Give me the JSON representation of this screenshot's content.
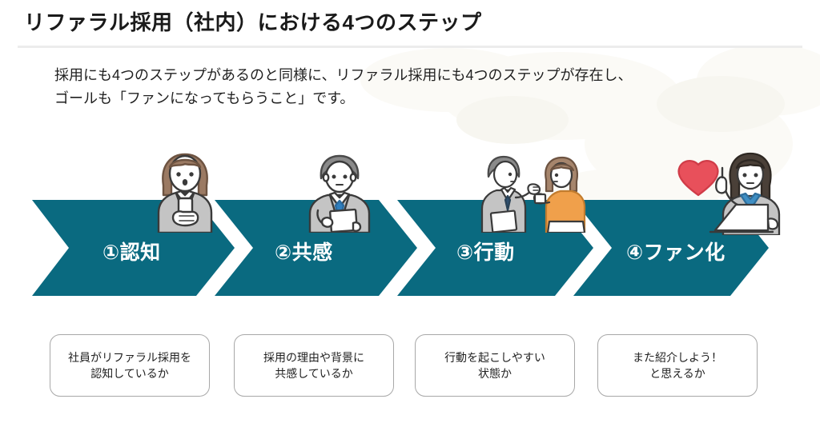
{
  "header": {
    "title": "リファラル採用（社内）における4つのステップ"
  },
  "lead": {
    "line1": "採用にも4つのステップがあるのと同様に、リファラル採用にも4つのステップが存在し、",
    "line2": "ゴールも「ファンになってもらうこと」です。"
  },
  "colors": {
    "band_teal": "#0A6A80",
    "separator_white": "#FFFFFF",
    "heart_red": "#E8505B",
    "rule_gray": "#ECECEC",
    "caption_border": "#A8A8A8",
    "text_dark": "#1F1F1F"
  },
  "steps": [
    {
      "id": "step-1",
      "label": "①認知",
      "number": "①",
      "name": "認知",
      "caption": "社員がリファラル採用を\n認知しているか",
      "illustration": "woman-with-smartphone-icon"
    },
    {
      "id": "step-2",
      "label": "②共感",
      "number": "②",
      "name": "共感",
      "caption": "採用の理由や背景に\n共感しているか",
      "illustration": "man-with-document-icon"
    },
    {
      "id": "step-3",
      "label": "③行動",
      "number": "③",
      "name": "行動",
      "caption": "行動を起こしやすい\n状態か",
      "illustration": "two-people-talking-icon"
    },
    {
      "id": "step-4",
      "label": "④ファン化",
      "number": "④",
      "name": "ファン化",
      "caption": "また紹介しよう！\nと思えるか",
      "illustration": "woman-at-laptop-with-heart-icon"
    }
  ]
}
